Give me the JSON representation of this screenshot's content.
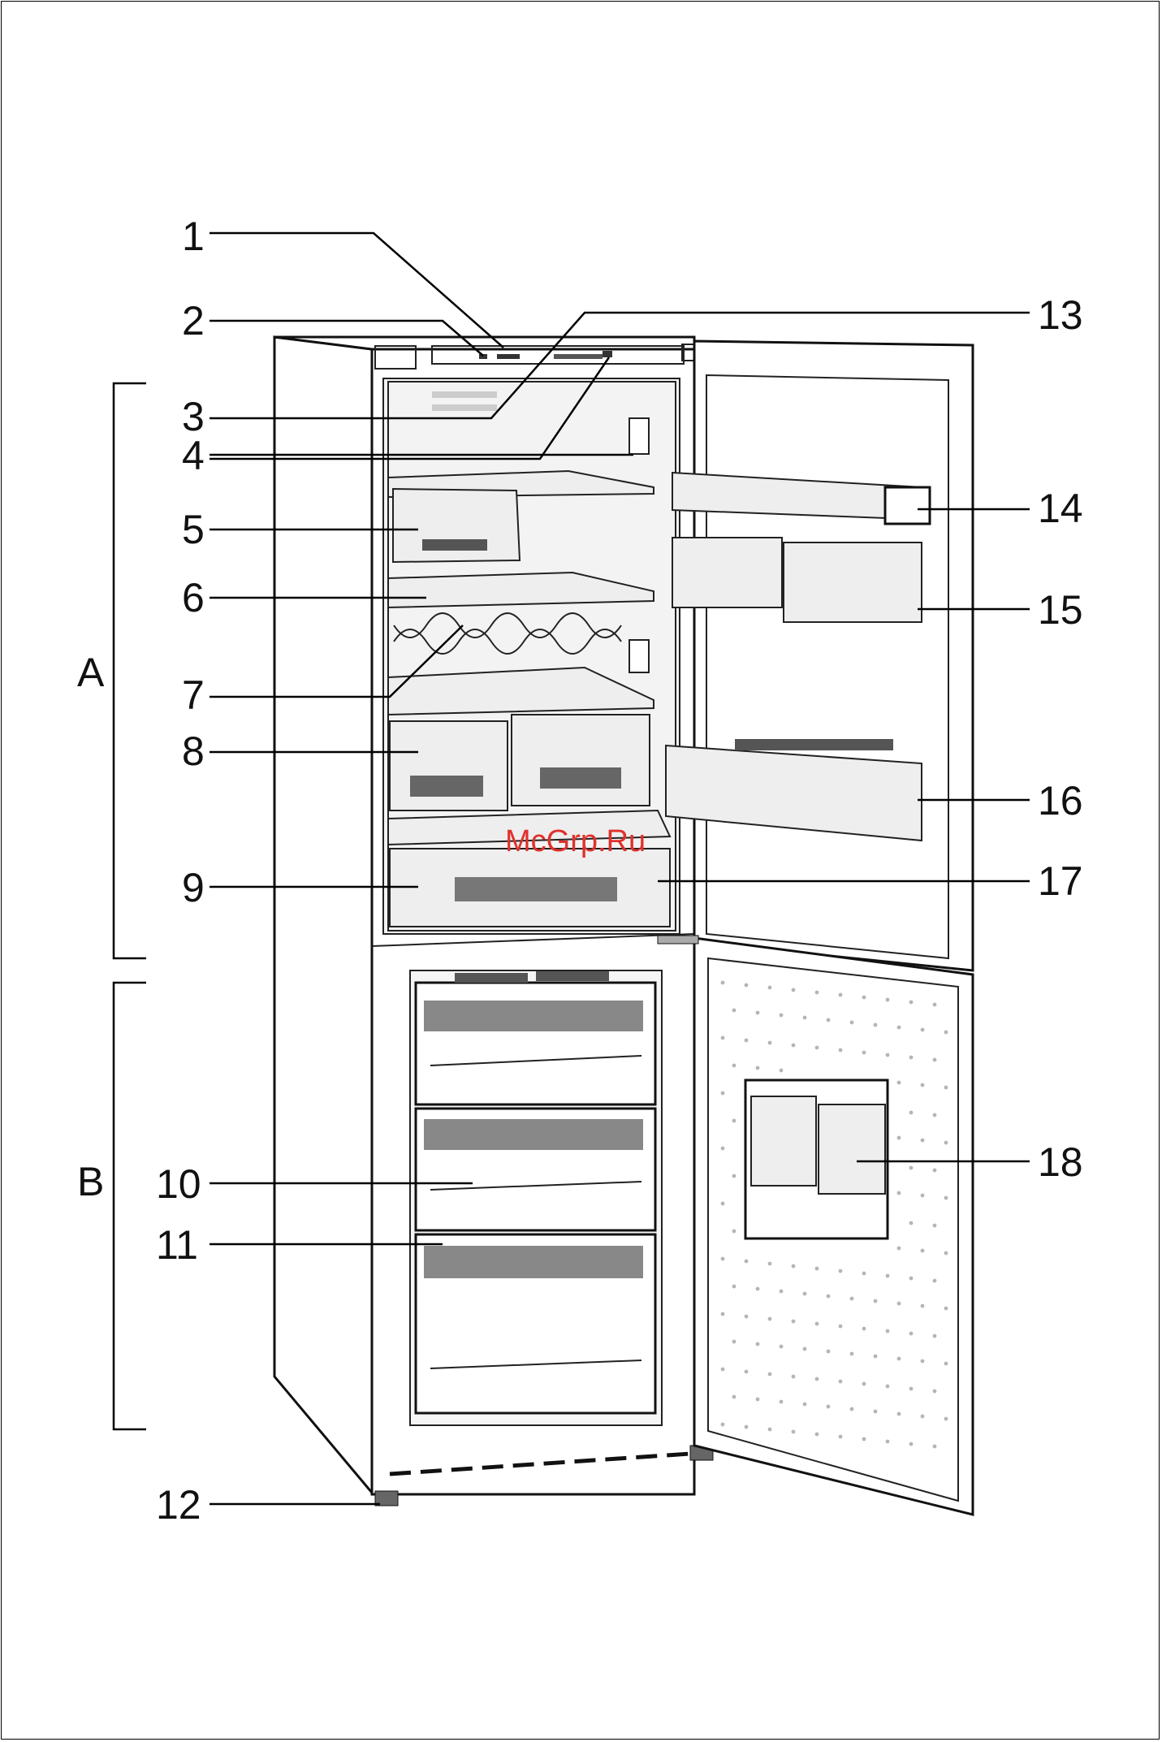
{
  "labels": {
    "l1": "1",
    "l2": "2",
    "l3": "3",
    "l4": "4",
    "l5": "5",
    "l6": "6",
    "l7": "7",
    "l8": "8",
    "l9": "9",
    "l10": "10",
    "l11": "11",
    "l12": "12",
    "l13": "13",
    "l14": "14",
    "l15": "15",
    "l16": "16",
    "l17": "17",
    "l18": "18"
  },
  "sections": {
    "a": "A",
    "b": "B"
  },
  "watermark": "McGrp.Ru"
}
